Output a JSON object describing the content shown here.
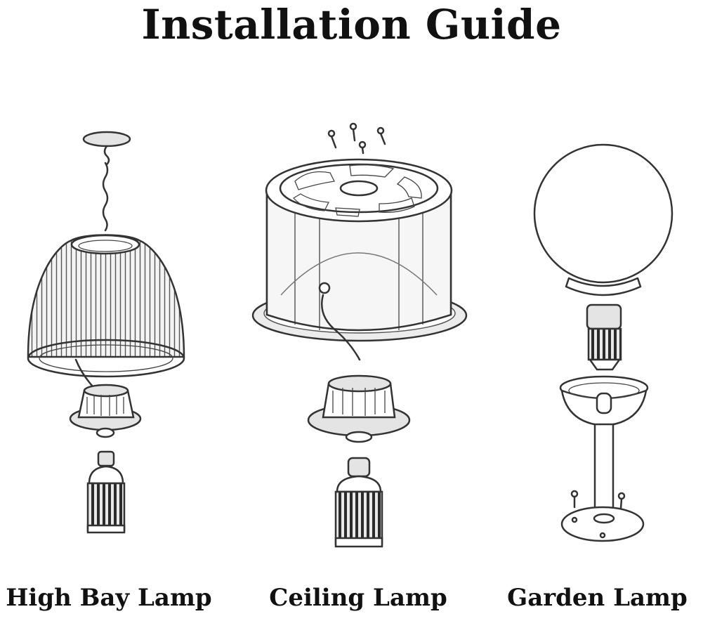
{
  "title": "Installation Guide",
  "labels": {
    "high_bay": "High Bay Lamp",
    "ceiling": "Ceiling Lamp",
    "garden": "Garden Lamp"
  }
}
